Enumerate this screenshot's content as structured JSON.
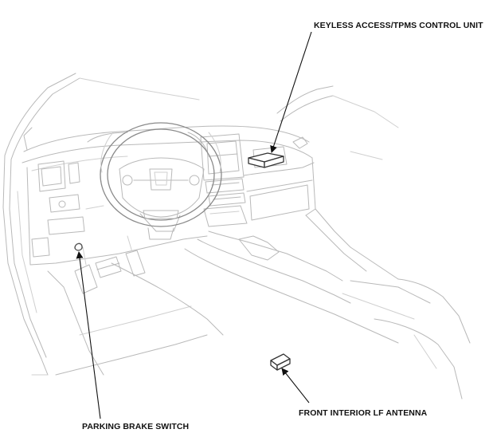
{
  "labels": {
    "keyless_unit": "KEYLESS ACCESS/TPMS CONTROL UNIT",
    "parking_brake_switch": "PARKING BRAKE SWITCH",
    "front_antenna": "FRONT INTERIOR LF ANTENNA"
  }
}
